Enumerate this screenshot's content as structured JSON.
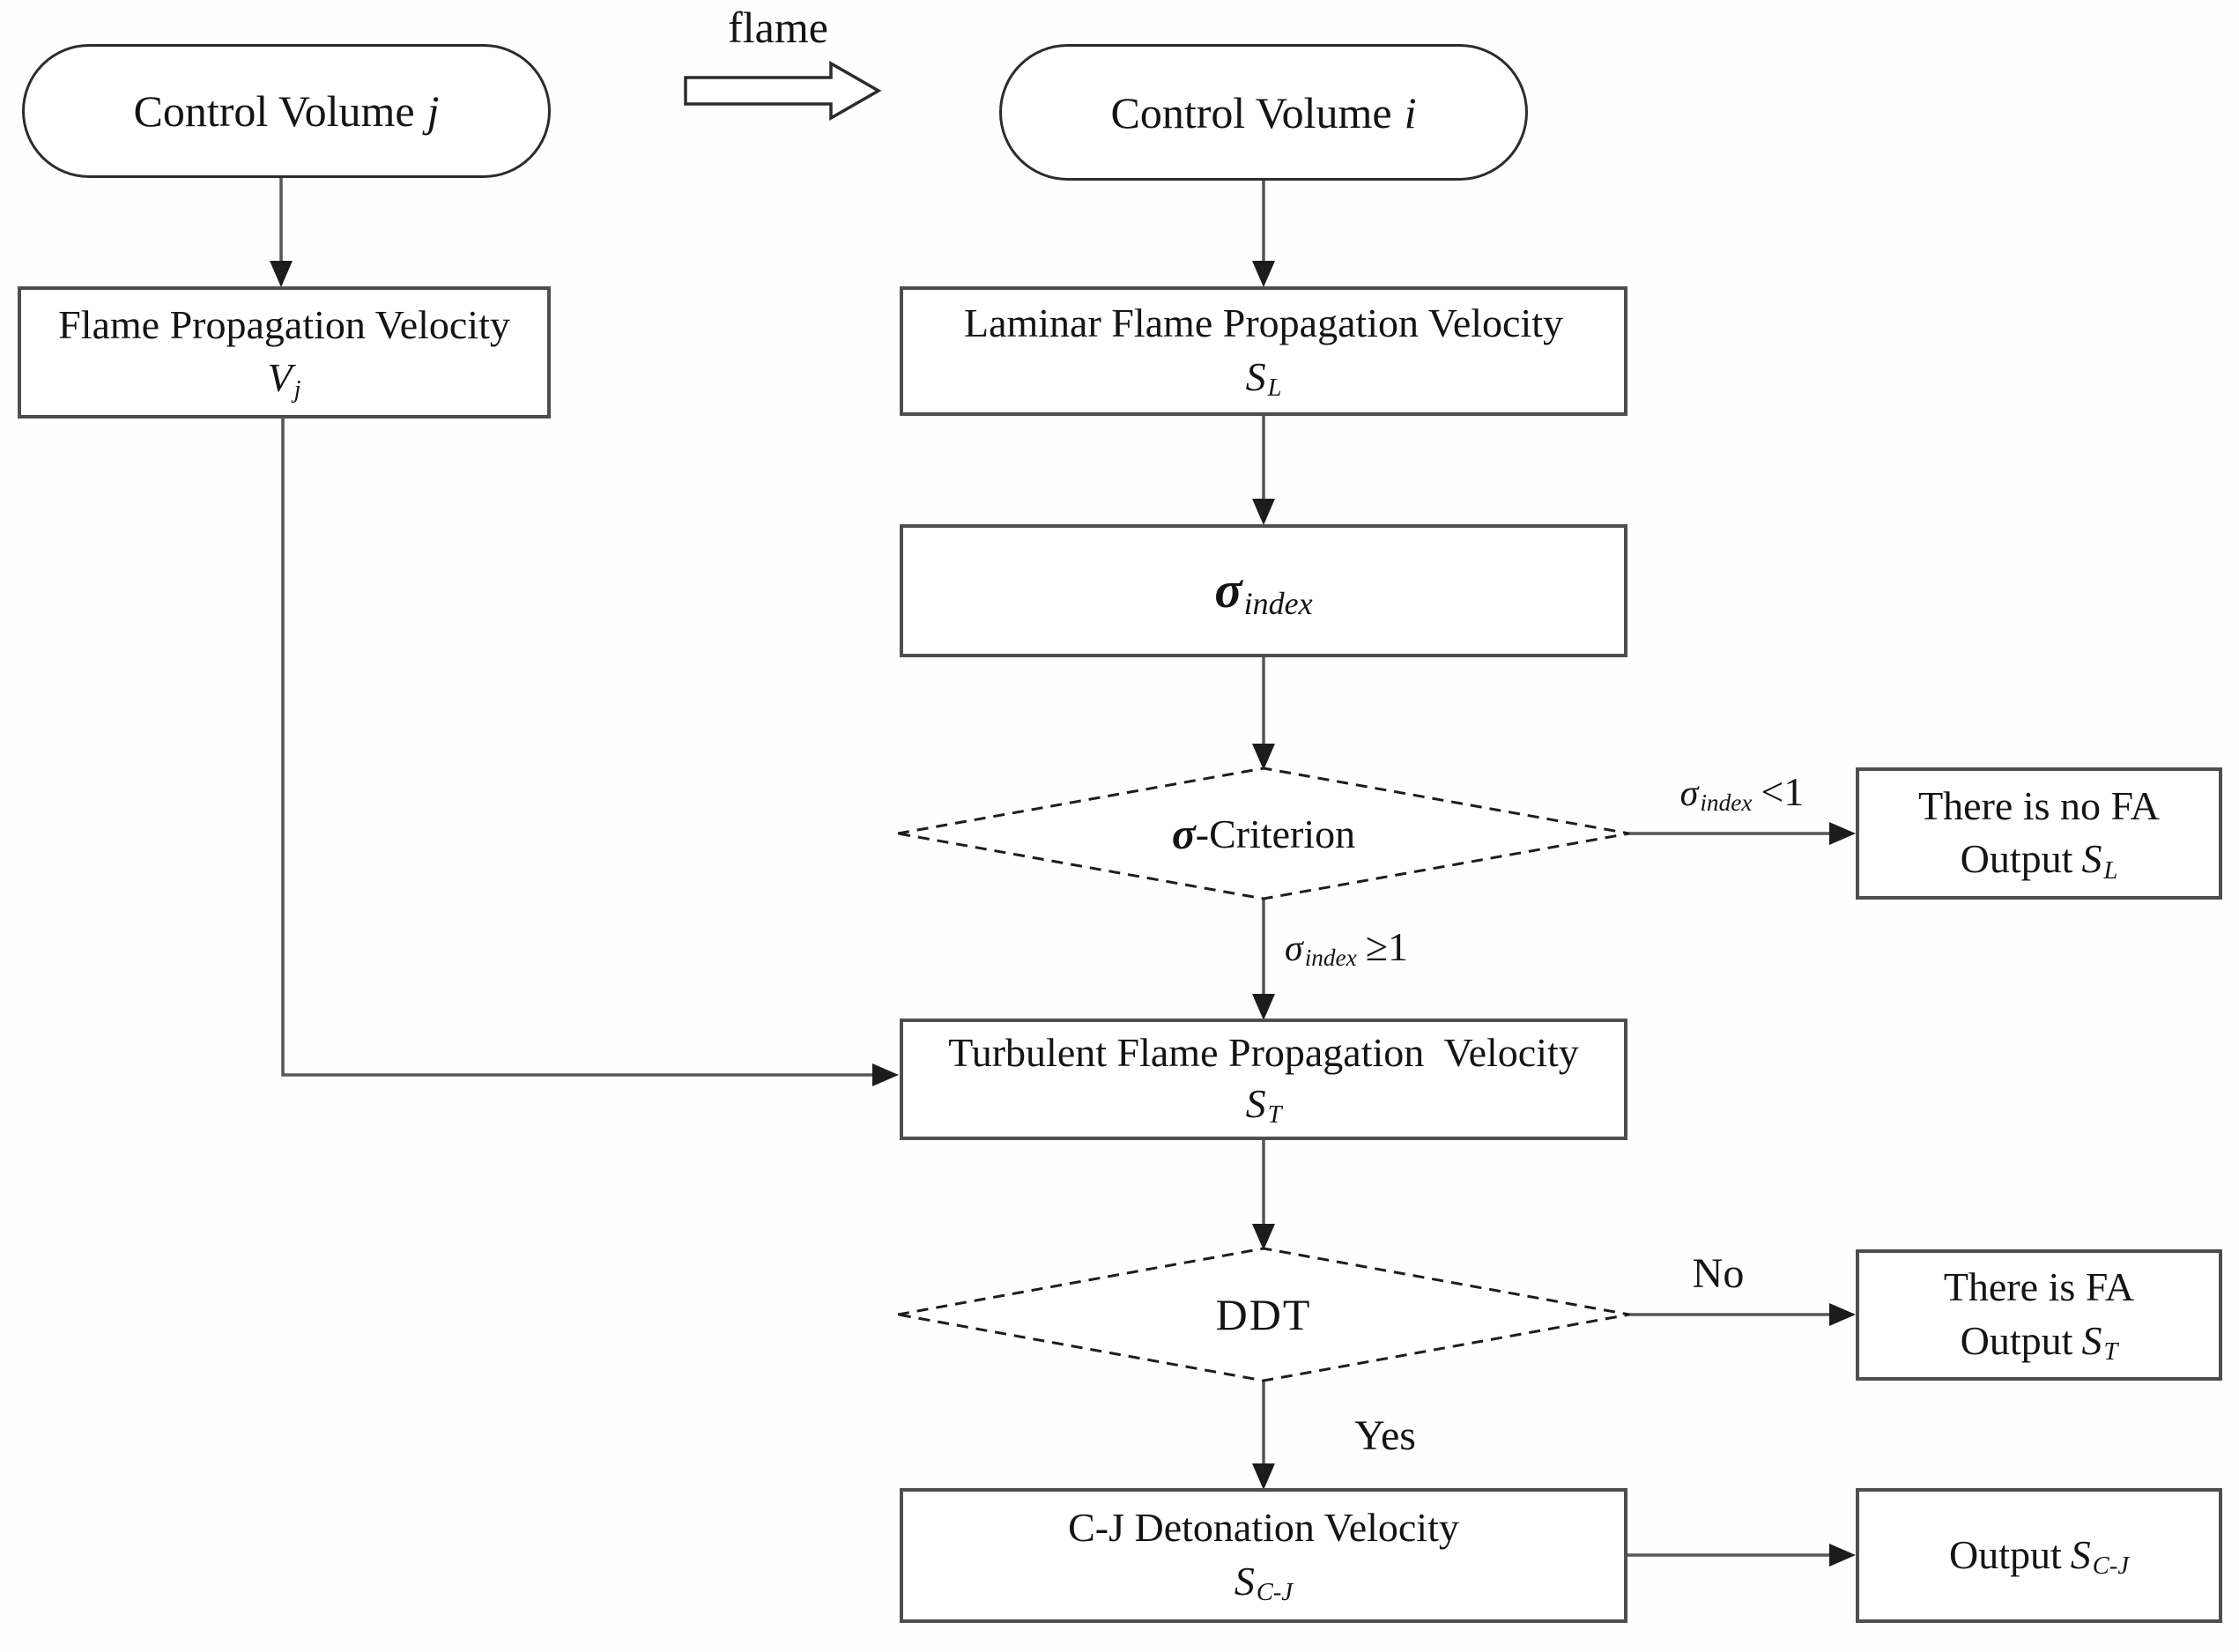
{
  "flowchart": {
    "flame_label": "flame",
    "cv_j": {
      "text": "Control Volume",
      "var": "j"
    },
    "cv_i": {
      "text": "Control Volume",
      "var": "i"
    },
    "vj_box": {
      "line1": "Flame Propagation Velocity",
      "sym": "V",
      "sub": "j"
    },
    "laminar_box": {
      "line1": "Laminar Flame Propagation Velocity",
      "sym": "S",
      "sub": "L"
    },
    "sigma_index_box": {
      "sym": "σ",
      "sub": "index"
    },
    "sigma_criterion": {
      "sym": "σ",
      "rest": "-Criterion"
    },
    "branch_lt1": {
      "sym": "σ",
      "sub": "index",
      "op": "<1"
    },
    "branch_ge1": {
      "sym": "σ",
      "sub": "index",
      "op": "≥1"
    },
    "no_fa_box": {
      "line1": "There is no FA",
      "line2": "Output",
      "sym": "S",
      "sub": "L"
    },
    "turbulent_box": {
      "line1": "Turbulent Flame Propagation  Velocity",
      "sym": "S",
      "sub": "T"
    },
    "ddt_diamond": {
      "label": "DDT"
    },
    "branch_no": "No",
    "branch_yes": "Yes",
    "fa_box": {
      "line1": "There is FA",
      "line2": "Output",
      "sym": "S",
      "sub": "T"
    },
    "cj_box": {
      "line1": "C-J Detonation Velocity",
      "sym": "S",
      "sub": "C-J"
    },
    "output_box": {
      "line1": "Output",
      "sym": "S",
      "sub": "C-J"
    },
    "colors": {
      "line": "#565656",
      "box_border": "#4e4e4e",
      "text": "#141414",
      "background": "#fefefe"
    }
  }
}
